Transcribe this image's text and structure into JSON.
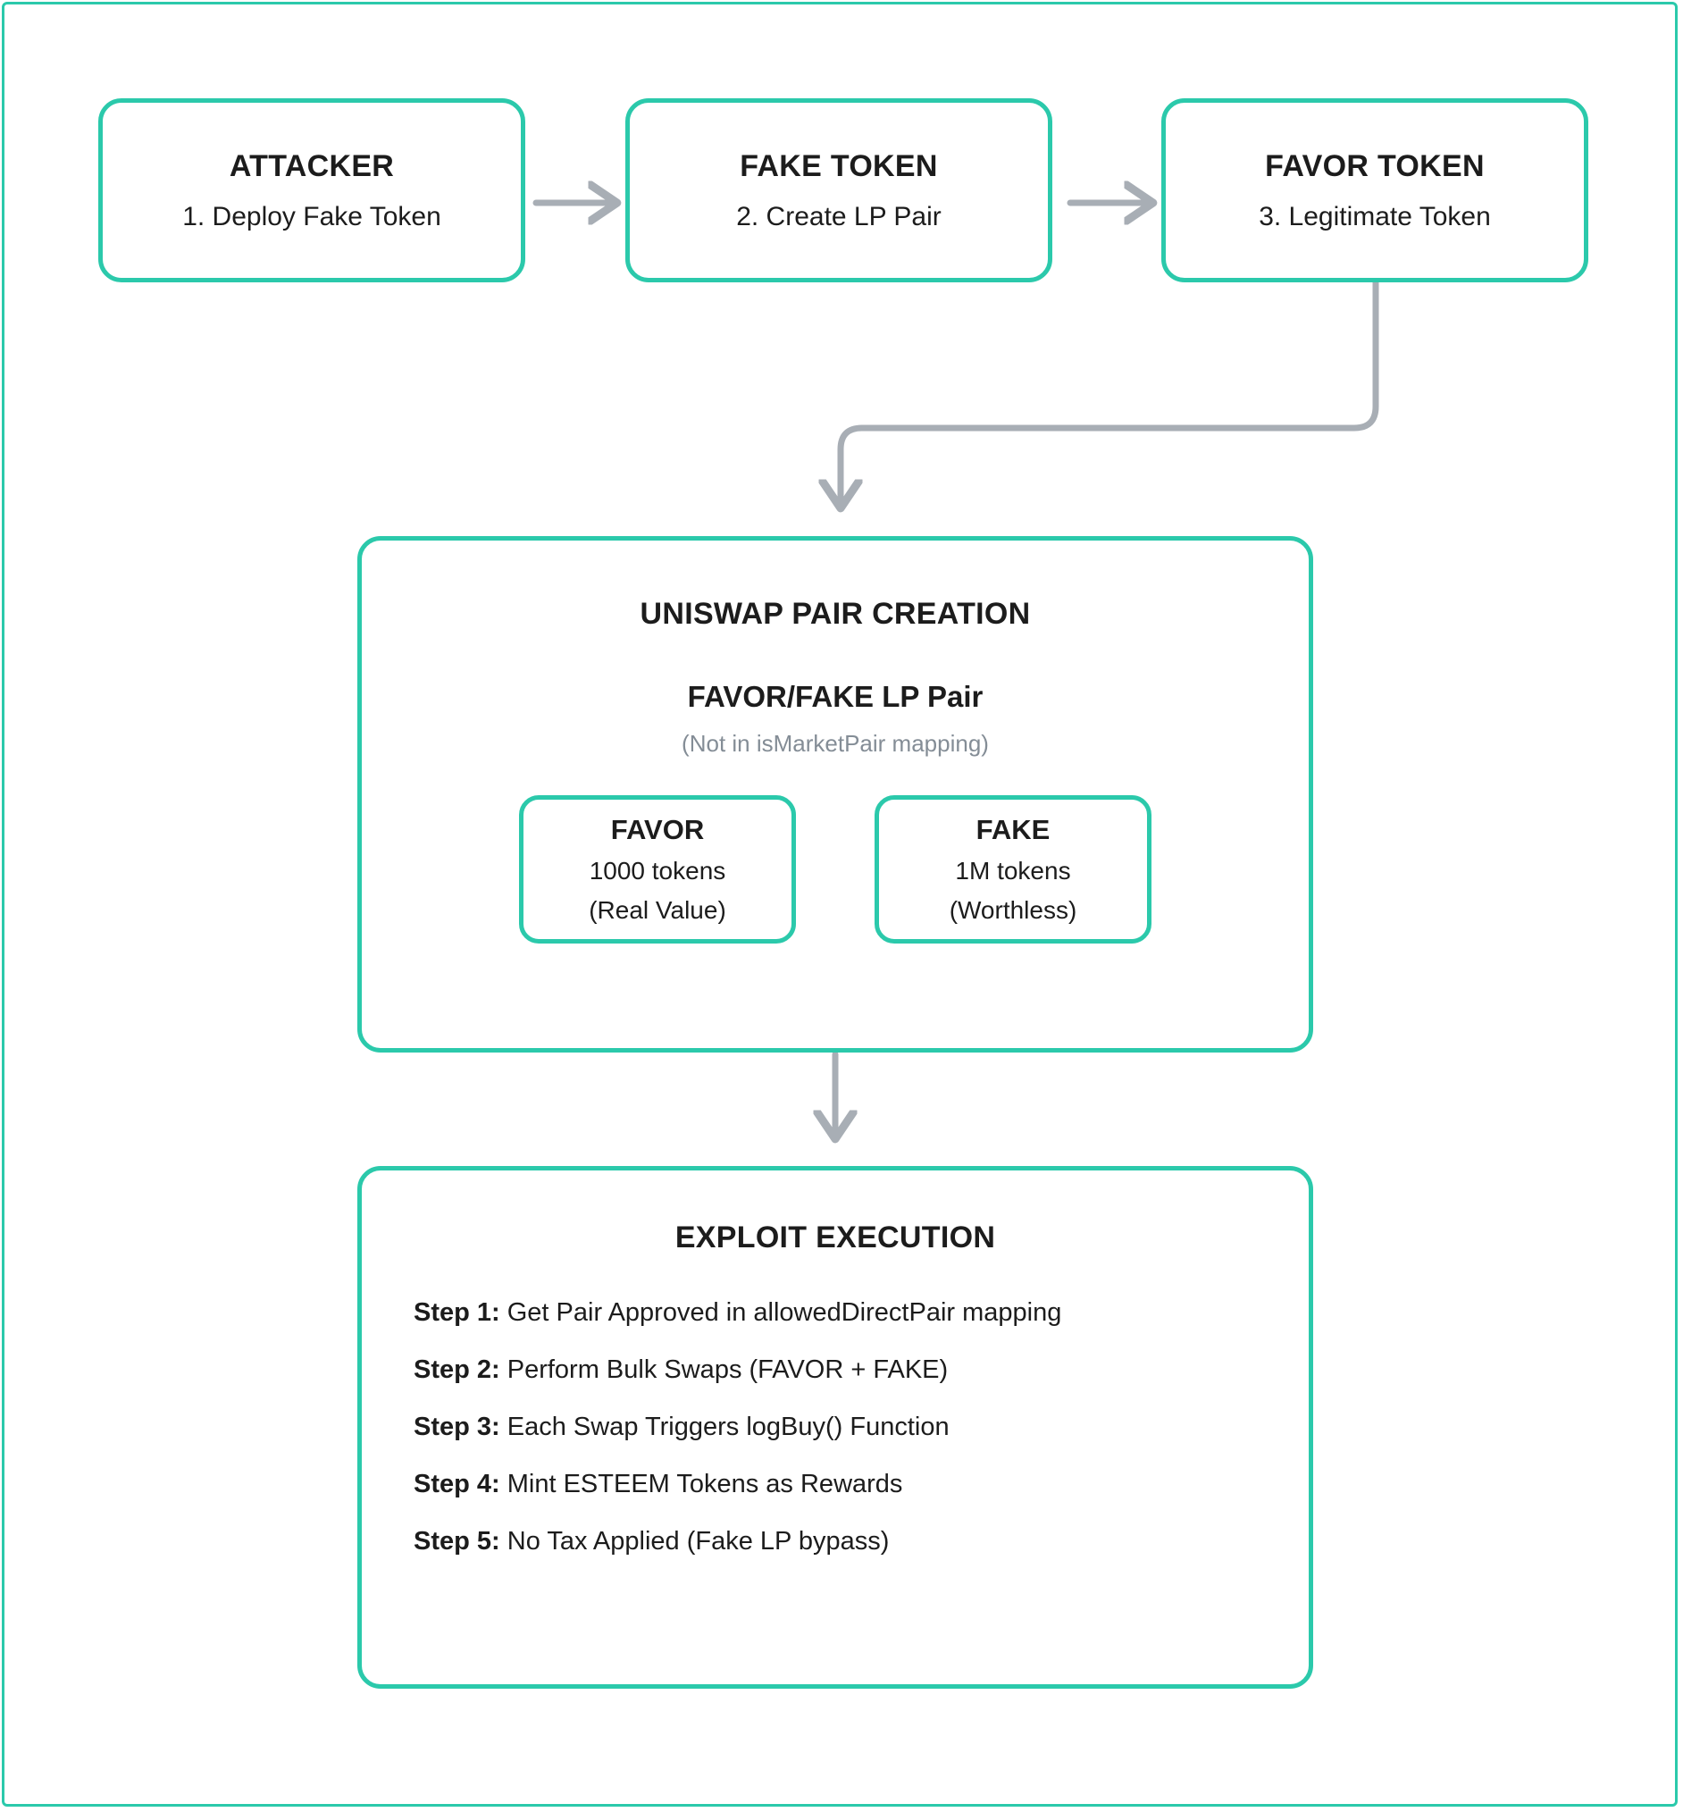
{
  "theme": {
    "accent": "#2bc9ab",
    "text": "#1c1c1c",
    "muted": "#848d96",
    "arrow": "#a8aeb5",
    "background": "#ffffff"
  },
  "flow": {
    "top_nodes": [
      {
        "title": "ATTACKER",
        "subtitle": "1. Deploy Fake Token"
      },
      {
        "title": "FAKE TOKEN",
        "subtitle": "2.  Create LP Pair"
      },
      {
        "title": "FAVOR TOKEN",
        "subtitle": "3.  Legitimate Token"
      }
    ],
    "uniswap": {
      "heading": "UNISWAP PAIR CREATION",
      "pair_label": "FAVOR/FAKE LP Pair",
      "note": "(Not in isMarketPair mapping)",
      "tokens": [
        {
          "name": "FAVOR",
          "amount": "1000 tokens",
          "value": "(Real Value)"
        },
        {
          "name": "FAKE",
          "amount": "1M tokens",
          "value": "(Worthless)"
        }
      ]
    },
    "exploit": {
      "heading": "EXPLOIT EXECUTION",
      "steps": [
        {
          "label": "Step 1:",
          "text": " Get Pair Approved in allowedDirectPair mapping"
        },
        {
          "label": "Step 2:",
          "text": " Perform Bulk Swaps (FAVOR + FAKE)"
        },
        {
          "label": "Step 3:",
          "text": " Each Swap Triggers logBuy() Function"
        },
        {
          "label": "Step 4:",
          "text": " Mint ESTEEM Tokens as Rewards"
        },
        {
          "label": "Step 5:",
          "text": " No Tax Applied (Fake LP bypass)"
        }
      ]
    }
  }
}
